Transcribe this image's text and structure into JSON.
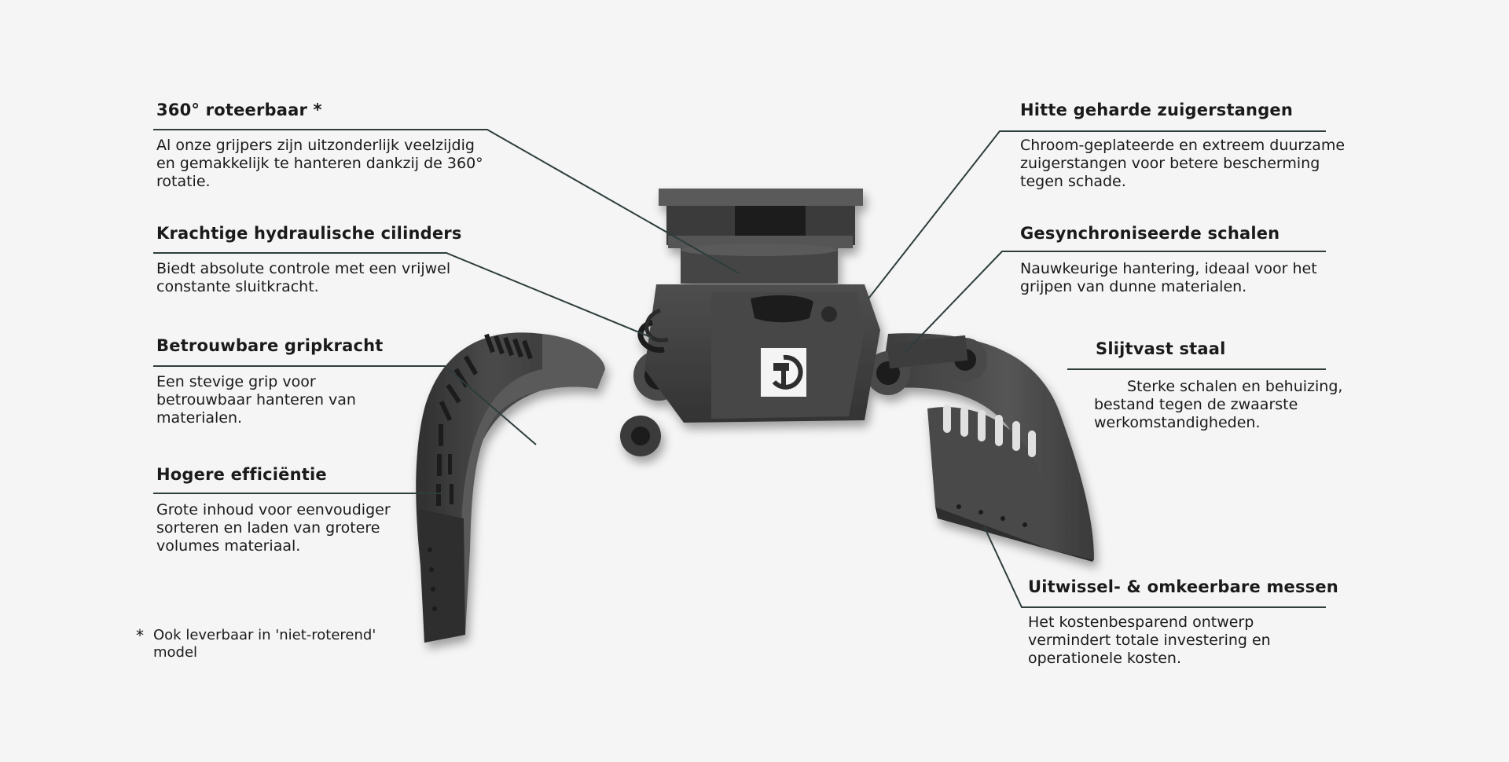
{
  "features": [
    {
      "id": "rotation",
      "title": "360° roteerbaar *",
      "body": "Al onze grijpers zijn uitzonderlijk veelzijdig en gemakkelijk te hanteren dankzij de 360° rotatie."
    },
    {
      "id": "cylinders",
      "title": "Krachtige hydraulische cilinders",
      "body": "Biedt absolute controle met een vrijwel constante sluitkracht."
    },
    {
      "id": "grip",
      "title": "Betrouwbare gripkracht",
      "body": "Een stevige grip voor betrouwbaar hanteren van materialen."
    },
    {
      "id": "efficiency",
      "title": "Hogere efficiëntie",
      "body": "Grote inhoud voor eenvoudiger sorteren en laden van grotere volumes materiaal."
    },
    {
      "id": "rods",
      "title": "Hitte geharde zuigerstangen",
      "body": "Chroom-geplateerde en extreem duurzame zuigerstangen voor betere bescherming tegen schade."
    },
    {
      "id": "sync",
      "title": "Gesynchroniseerde schalen",
      "body": "Nauwkeurige hantering, ideaal voor het grijpen van dunne materialen."
    },
    {
      "id": "steel",
      "title": "Slijtvast staal",
      "body": "Sterke schalen en behuizing, bestand tegen de zwaarste werkomstandigheden."
    },
    {
      "id": "blades",
      "title": "Uitwissel- & omkeerbare messen",
      "body": "Het kostenbesparend ontwerp vermindert totale investering en operationele kosten."
    }
  ],
  "footnote": {
    "star": "*",
    "text": "Ook leverbaar in 'niet-roterend' model"
  },
  "colors": {
    "background": "#f5f5f5",
    "leader_line": "#2f3d3d",
    "steel_dark": "#3a3a3a",
    "steel_mid": "#4a4a4a",
    "steel_light": "#5c5c5c"
  },
  "icons": {
    "logo": "brand-logo-mark"
  }
}
